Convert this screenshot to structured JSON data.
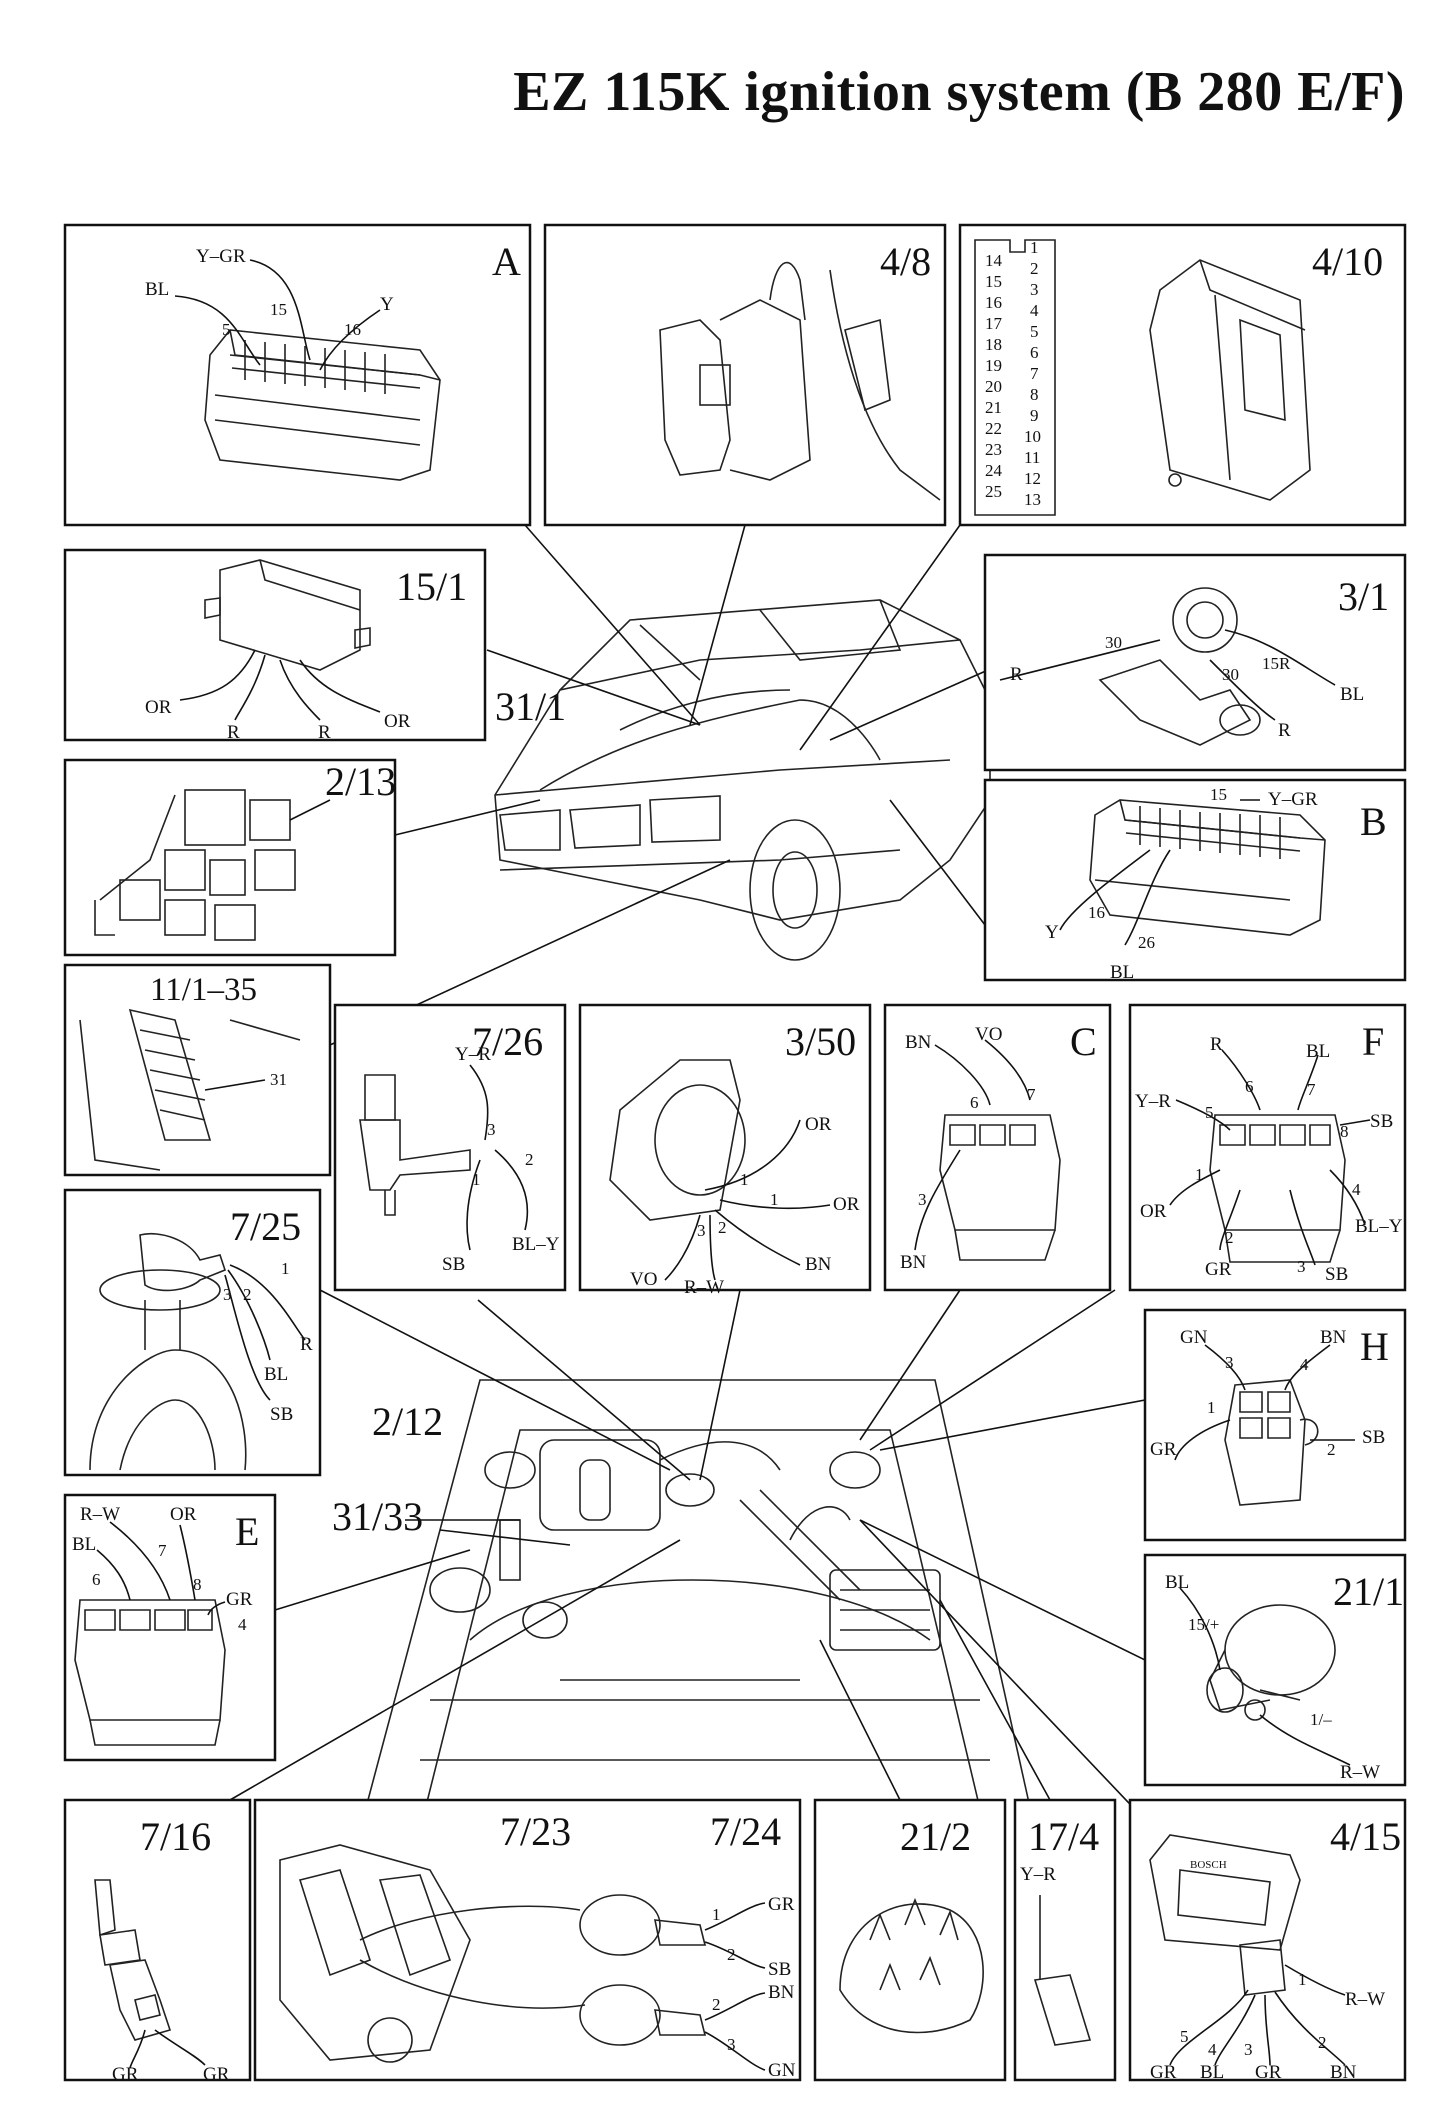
{
  "title": "EZ 115K ignition system (B 280 E/F)",
  "panels": {
    "A": {
      "label": "A",
      "wires": [
        "Y–GR",
        "BL",
        "Y"
      ],
      "pins": [
        "15",
        "5",
        "16"
      ]
    },
    "p4_8": {
      "label": "4/8"
    },
    "p4_10": {
      "label": "4/10",
      "pins_left": [
        "14",
        "15",
        "16",
        "17",
        "18",
        "19",
        "20",
        "21",
        "22",
        "23",
        "24",
        "25"
      ],
      "pins_right": [
        "1",
        "2",
        "3",
        "4",
        "5",
        "6",
        "7",
        "8",
        "9",
        "10",
        "11",
        "12",
        "13"
      ]
    },
    "p15_1": {
      "label": "15/1",
      "wires": [
        "OR",
        "R",
        "R",
        "OR"
      ]
    },
    "p3_1": {
      "label": "3/1",
      "wires": [
        "R",
        "BL",
        "R"
      ],
      "pins": [
        "30",
        "30",
        "15R"
      ]
    },
    "p31_1": {
      "label": "31/1"
    },
    "p2_13": {
      "label": "2/13"
    },
    "B": {
      "label": "B",
      "wires": [
        "Y–GR",
        "Y",
        "BL"
      ],
      "pins": [
        "15",
        "16",
        "26"
      ]
    },
    "p11_1": {
      "label": "11/1–35",
      "pins": [
        "31"
      ]
    },
    "p7_26": {
      "label": "7/26",
      "wires": [
        "Y–R",
        "SB",
        "BL–Y"
      ],
      "pins": [
        "3",
        "1",
        "2"
      ]
    },
    "p3_50": {
      "label": "3/50",
      "wires": [
        "OR",
        "OR",
        "BN",
        "VO",
        "R–W"
      ],
      "pins": [
        "1",
        "1",
        "2",
        "3"
      ]
    },
    "C": {
      "label": "C",
      "wires": [
        "BN",
        "VO",
        "BN"
      ],
      "pins": [
        "6",
        "7",
        "3"
      ]
    },
    "F": {
      "label": "F",
      "wires": [
        "R",
        "BL",
        "Y–R",
        "SB",
        "OR",
        "BL–Y",
        "GR",
        "SB"
      ],
      "pins": [
        "6",
        "7",
        "5",
        "8",
        "1",
        "4",
        "2",
        "3"
      ]
    },
    "p7_25": {
      "label": "7/25",
      "wires": [
        "R",
        "BL",
        "SB"
      ],
      "pins": [
        "1",
        "2",
        "3"
      ]
    },
    "p2_12": {
      "label": "2/12"
    },
    "p31_33": {
      "label": "31/33"
    },
    "H": {
      "label": "H",
      "wires": [
        "GN",
        "BN",
        "GR",
        "SB"
      ],
      "pins": [
        "3",
        "4",
        "1",
        "2"
      ]
    },
    "E": {
      "label": "E",
      "wires": [
        "R–W",
        "OR",
        "BL",
        "GR"
      ],
      "pins": [
        "7",
        "6",
        "8",
        "4"
      ]
    },
    "p21_1": {
      "label": "21/1",
      "wires": [
        "BL",
        "R–W"
      ],
      "pins": [
        "15/+",
        "1/–"
      ]
    },
    "p7_16": {
      "label": "7/16",
      "wires": [
        "GR",
        "GR"
      ]
    },
    "p7_23": {
      "label": "7/23"
    },
    "p7_24": {
      "label": "7/24",
      "wires": [
        "GR",
        "SB",
        "BN",
        "GN"
      ],
      "pins": [
        "1",
        "2",
        "2",
        "3"
      ]
    },
    "p21_2": {
      "label": "21/2"
    },
    "p17_4": {
      "label": "17/4",
      "wires": [
        "Y–R"
      ]
    },
    "p4_15": {
      "label": "4/15",
      "brand": "BOSCH",
      "wires": [
        "R–W",
        "GR",
        "BL",
        "GR",
        "BN"
      ],
      "pins": [
        "1",
        "5",
        "4",
        "3",
        "2"
      ]
    }
  }
}
